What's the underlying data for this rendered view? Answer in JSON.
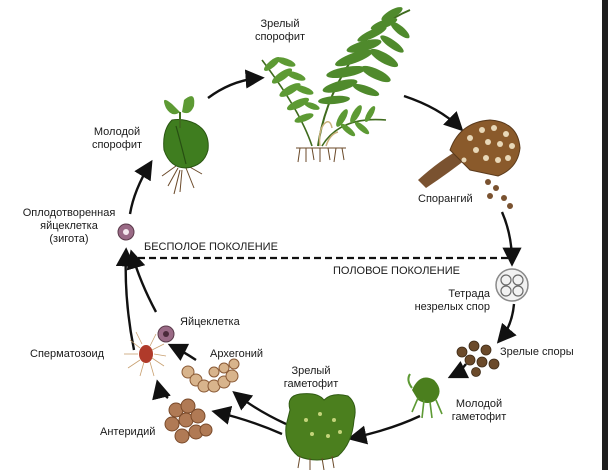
{
  "title": "",
  "labels": {
    "mature_sporophyte": [
      "Зрелый",
      "спорофит"
    ],
    "sporangium": "Спорангий",
    "asexual_generation": "БЕСПОЛОЕ ПОКОЛЕНИЕ",
    "sexual_generation": "ПОЛОВОЕ ПОКОЛЕНИЕ",
    "tetrad": [
      "Тетрада",
      "незрелых спор"
    ],
    "mature_spores": "Зрелые споры",
    "young_gametophyte": [
      "Молодой",
      "гаметофит"
    ],
    "mature_gametophyte": [
      "Зрелый",
      "гаметофит"
    ],
    "archegonium": "Архегоний",
    "antheridium": "Антеридий",
    "egg_cell": "Яйцеклетка",
    "spermatozoid": "Сперматозоид",
    "zygote": [
      "Оплодотворенная",
      "яйцеклетка",
      "(зигота)"
    ],
    "young_sporophyte": [
      "Молодой",
      "спорофит"
    ]
  },
  "colors": {
    "arrow": "#111111",
    "leaf_green": "#4f8a2c",
    "dark_green": "#2f5f1a",
    "sporangium_brown": "#8a5a2b",
    "spore_brown": "#6b4a2a",
    "gametophyte_green": "#4b7f1e",
    "egg_purple": "#9a6a86",
    "antheridium_tan": "#b07a55"
  }
}
